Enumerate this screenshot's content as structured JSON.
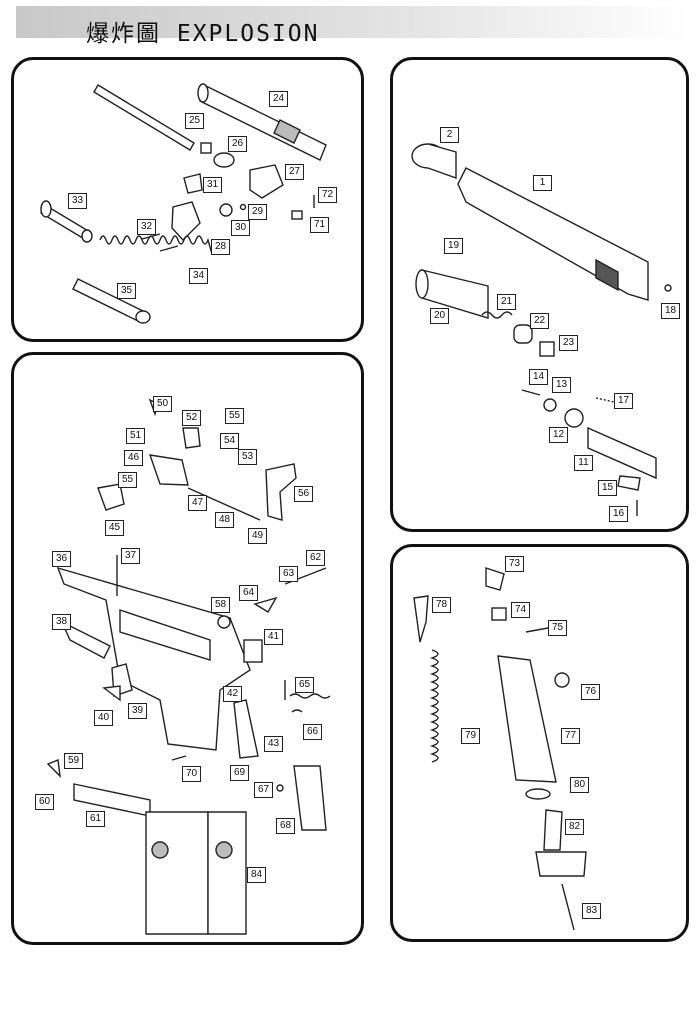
{
  "title": {
    "chinese": "爆炸圖",
    "english": "EXPLOSION"
  },
  "parts": [
    "1",
    "2",
    "11",
    "12",
    "13",
    "14",
    "15",
    "16",
    "17",
    "18",
    "19",
    "20",
    "21",
    "22",
    "23",
    "24",
    "25",
    "26",
    "27",
    "28",
    "29",
    "30",
    "31",
    "32",
    "33",
    "34",
    "35",
    "36",
    "37",
    "38",
    "39",
    "40",
    "41",
    "42",
    "43",
    "45",
    "46",
    "47",
    "48",
    "49",
    "50",
    "51",
    "52",
    "53",
    "54",
    "55",
    "55",
    "56",
    "58",
    "59",
    "60",
    "61",
    "62",
    "63",
    "64",
    "65",
    "66",
    "67",
    "68",
    "69",
    "70",
    "71",
    "72",
    "73",
    "74",
    "75",
    "76",
    "77",
    "78",
    "79",
    "80",
    "82",
    "83",
    "84"
  ]
}
